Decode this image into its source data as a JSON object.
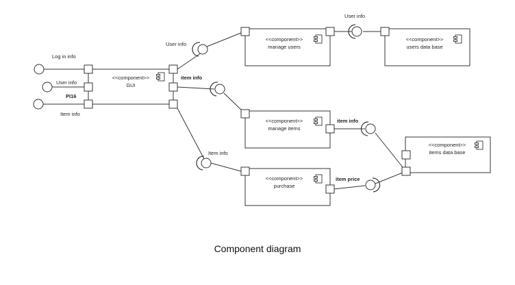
{
  "caption": "Component diagram",
  "stereotype": "<<component>>",
  "components": {
    "gui": "GUI",
    "manage_users": "manage users",
    "users_db": "users data base",
    "manage_items": "manage items",
    "items_db": "items data base",
    "purchase": "purchase"
  },
  "labels": {
    "log_in_info": "Log in info",
    "user_info_left": "User info",
    "pi16": "PI16",
    "item_info_left": "Item info",
    "user_info_gui": "User info",
    "item_info_gui": "item info",
    "user_info_top": "User info",
    "item_info_manage": "item info",
    "item_info_purchase": "Item info",
    "item_price": "item price"
  }
}
